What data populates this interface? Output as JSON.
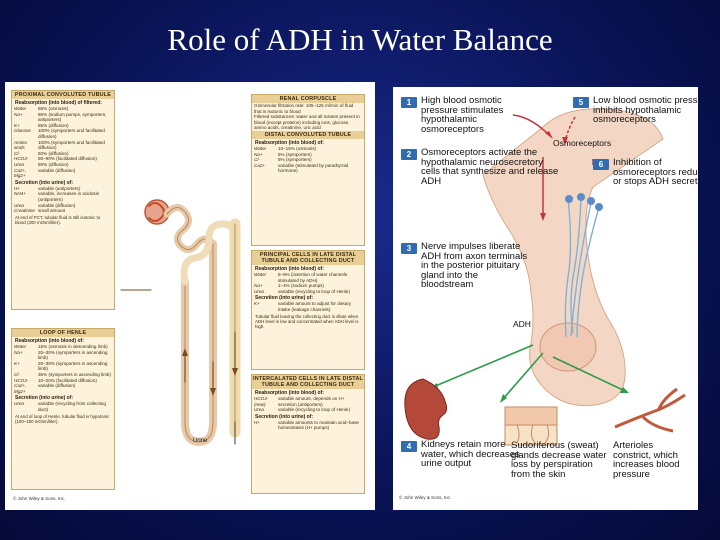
{
  "title": "Role of ADH in Water Balance",
  "left_panel": {
    "pct": {
      "header": "PROXIMAL CONVOLUTED TUBULE",
      "subheader": "Reabsorption (into blood) of filtered:",
      "rows": [
        {
          "k": "Water",
          "v": "65% (osmosis)"
        },
        {
          "k": "Na+",
          "v": "65% (sodium pumps, symporters, antiporters)"
        },
        {
          "k": "K+",
          "v": "65% (diffusion)"
        },
        {
          "k": "Glucose",
          "v": "100% (symporters and facilitated diffusion)"
        },
        {
          "k": "Amino acids",
          "v": "100% (symporters and facilitated diffusion)"
        },
        {
          "k": "Cl-",
          "v": "50% (diffusion)"
        },
        {
          "k": "HCO3-",
          "v": "80–90% (facilitated diffusion)"
        },
        {
          "k": "Urea",
          "v": "50% (diffusion)"
        },
        {
          "k": "Ca2+, Mg2+",
          "v": "variable (diffusion)"
        }
      ],
      "secretion_label": "Secretion (into urine) of:",
      "secretion_rows": [
        {
          "k": "H+",
          "v": "variable (antiporters)"
        },
        {
          "k": "NH4+",
          "v": "variable, increases in acidosis (antiporters)"
        },
        {
          "k": "Urea",
          "v": "variable (diffusion)"
        },
        {
          "k": "Creatinine",
          "v": "small amount"
        }
      ],
      "note": "At end of PCT, tubular fluid is still isotonic to blood (300 mOsm/liter)."
    },
    "loop": {
      "header": "LOOP OF HENLE",
      "subheader": "Reabsorption (into blood) of:",
      "rows": [
        {
          "k": "Water",
          "v": "15% (osmosis in descending limb)"
        },
        {
          "k": "Na+",
          "v": "20–30% (symporters in ascending limb)"
        },
        {
          "k": "K+",
          "v": "20–30% (symporters in ascending limb)"
        },
        {
          "k": "Cl-",
          "v": "35% (symporters in ascending limb)"
        },
        {
          "k": "HCO3-",
          "v": "10–20% (facilitated diffusion)"
        },
        {
          "k": "Ca2+, Mg2+",
          "v": "variable (diffusion)"
        }
      ],
      "secretion_label": "Secretion (into urine) of:",
      "secretion_rows": [
        {
          "k": "Urea",
          "v": "variable (recycling from collecting duct)"
        }
      ],
      "note": "At end of loop of Henle, tubular fluid is hypotonic (100–150 mOsm/liter).",
      "copyright": "© John Wiley & Sons, Inc."
    },
    "dct": {
      "header": "RENAL CORPUSCLE",
      "rows": [
        {
          "k": "",
          "v": "Glomerular filtration rate: 105–125 ml/min of fluid that is isotonic to blood"
        },
        {
          "k": "",
          "v": "Filtered substances: water and all solutes present in blood (except proteins) including ions, glucose, amino acids, creatinine, uric acid"
        }
      ],
      "header2": "DISTAL CONVOLUTED TUBULE",
      "subheader": "Reabsorption (into blood) of:",
      "rows2": [
        {
          "k": "Water",
          "v": "10–15% (osmosis)"
        },
        {
          "k": "Na+",
          "v": "5% (symporters)"
        },
        {
          "k": "Cl-",
          "v": "5% (symporters)"
        },
        {
          "k": "Ca2+",
          "v": "variable (stimulated by parathyroid hormone)"
        }
      ]
    },
    "principal": {
      "header": "PRINCIPAL CELLS IN LATE DISTAL TUBULE AND COLLECTING DUCT",
      "subheader": "Reabsorption (into blood) of:",
      "rows": [
        {
          "k": "Water",
          "v": "5–9% (insertion of water channels stimulated by ADH)"
        },
        {
          "k": "Na+",
          "v": "1–4% (sodium pumps)"
        },
        {
          "k": "Urea",
          "v": "variable (recycling to loop of Henle)"
        }
      ],
      "secretion_label": "Secretion (into urine) of:",
      "secretion_rows": [
        {
          "k": "K+",
          "v": "variable amount to adjust for dietary intake (leakage channels)"
        }
      ],
      "note": "Tubular fluid leaving the collecting duct is dilute when ADH level is low and concentrated when ADH level is high."
    },
    "intercalated": {
      "header": "INTERCALATED CELLS IN LATE DISTAL TUBULE AND COLLECTING DUCT",
      "subheader": "Reabsorption (into blood) of:",
      "rows": [
        {
          "k": "HCO3- (new)",
          "v": "variable amount, depends on H+ secretion (antiporters)"
        },
        {
          "k": "Urea",
          "v": "variable (recycling to loop of Henle)"
        }
      ],
      "secretion_label": "Secretion (into urine) of:",
      "secretion_rows": [
        {
          "k": "H+",
          "v": "variable amounts to maintain acid–base homeostasis (H+ pumps)"
        }
      ]
    },
    "urine_label": "Urine"
  },
  "right_panel": {
    "steps": [
      {
        "num": "1",
        "text": "High blood osmotic pressure stimulates hypothalamic osmoreceptors"
      },
      {
        "num": "2",
        "text": "Osmoreceptors activate the hypothalamic neurosecretory cells that synthesize and release ADH"
      },
      {
        "num": "3",
        "text": "Nerve impulses liberate ADH from axon terminals in the posterior pituitary gland into the bloodstream"
      },
      {
        "num": "4",
        "text": "Kidneys retain more water, which decreases urine output"
      },
      {
        "num": "5",
        "text": "Low blood osmotic pressure inhibits hypothalamic osmoreceptors"
      },
      {
        "num": "6",
        "text": "Inhibition of osmoreceptors reduces or stops ADH secretion"
      }
    ],
    "osmoreceptors_label": "Osmoreceptors",
    "adh_label": "ADH",
    "sweat_caption": "Sudoriferous (sweat) glands decrease water loss by perspiration from the skin",
    "arteriole_caption": "Arterioles constrict, which increases blood pressure",
    "copyright": "© John Wiley & Sons, Inc."
  }
}
